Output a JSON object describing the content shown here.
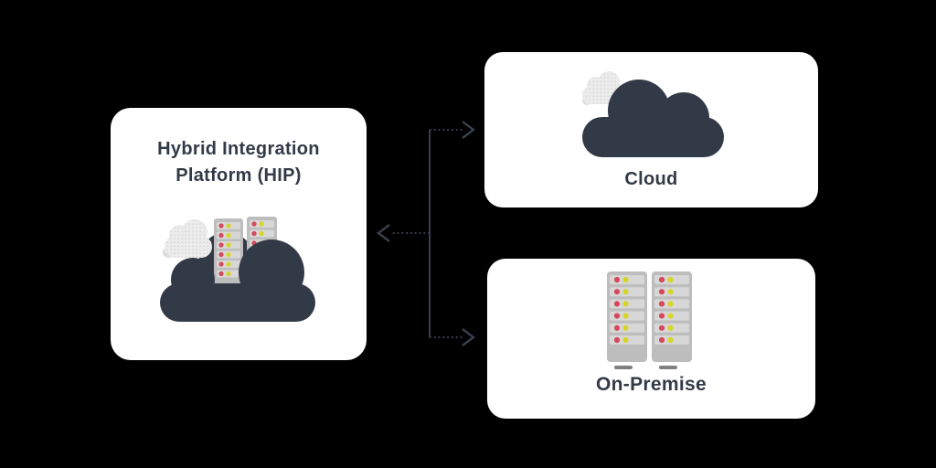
{
  "diagram": {
    "type": "architecture-diagram",
    "nodes": {
      "hip": {
        "title_line1": "Hybrid Integration",
        "title_line2": "Platform (HIP)",
        "icon": "cloud-with-servers-icon"
      },
      "cloud": {
        "label": "Cloud",
        "icon": "cloud-icon"
      },
      "on_premise": {
        "label": "On-Premise",
        "icon": "server-racks-icon"
      }
    },
    "edges": [
      {
        "from": "hip",
        "to": "cloud",
        "arrow": "into-cloud",
        "line_style": "dotted"
      },
      {
        "from": "junction",
        "to": "hip",
        "arrow": "into-hip",
        "line_style": "dotted"
      },
      {
        "from": "hip",
        "to": "on_premise",
        "arrow": "into-on-premise",
        "line_style": "dotted"
      }
    ]
  },
  "colors": {
    "background": "#000000",
    "card_background": "#ffffff",
    "text_and_cloud": "#333a47",
    "arrow": "#39404d",
    "rack_body": "#bdbdbe",
    "rack_slat": "#d7d7d8",
    "status_dot_red": "#d5495a",
    "status_dot_yellow": "#d6d628",
    "small_cloud": "#ececec"
  }
}
